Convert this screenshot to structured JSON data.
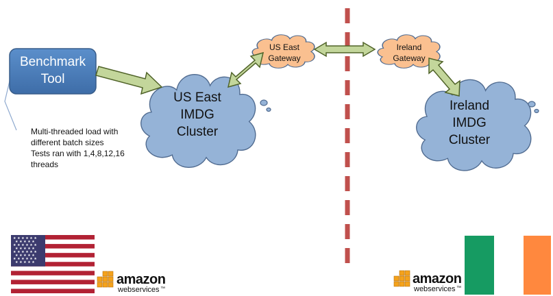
{
  "benchmark_tool": {
    "lines": [
      "Benchmark",
      "Tool"
    ]
  },
  "useast_cluster": {
    "lines": [
      "US East",
      "IMDG",
      "Cluster"
    ]
  },
  "useast_gateway": {
    "lines": [
      "US East",
      "Gateway"
    ]
  },
  "ireland_gateway": {
    "lines": [
      "Ireland",
      "Gateway"
    ]
  },
  "ireland_cluster": {
    "lines": [
      "Ireland",
      "IMDG",
      "Cluster"
    ]
  },
  "note": {
    "lines": [
      "Multi-threaded load with",
      "different batch sizes",
      "Tests ran with 1,4,8,12,16",
      "threads"
    ]
  },
  "aws_left": {
    "word": "amazon",
    "sub": "webservices",
    "tm": "™"
  },
  "aws_right": {
    "word": "amazon",
    "sub": "webservices",
    "tm": "™"
  },
  "colors": {
    "benchmark_box": "#4F81BD",
    "benchmark_border": "#385D8A",
    "cluster_fill": "#95B3D7",
    "cluster_border": "#4F6A8F",
    "gateway_fill": "#FAC090",
    "gateway_border": "#4F6A8F",
    "arrow_fill": "#C3D69B",
    "arrow_border": "#4F6228",
    "divider": "#C0504D",
    "aws_orange": "#F4A21C",
    "flag_us_red": "#B22234",
    "flag_us_blue": "#3C3B6E",
    "flag_ie_green": "#169B62",
    "flag_ie_orange": "#FF883E"
  },
  "icons": {
    "us_flag": "us-flag-icon",
    "ie_flag": "ireland-flag-icon",
    "aws_cubes": "aws-cubes-icon"
  }
}
